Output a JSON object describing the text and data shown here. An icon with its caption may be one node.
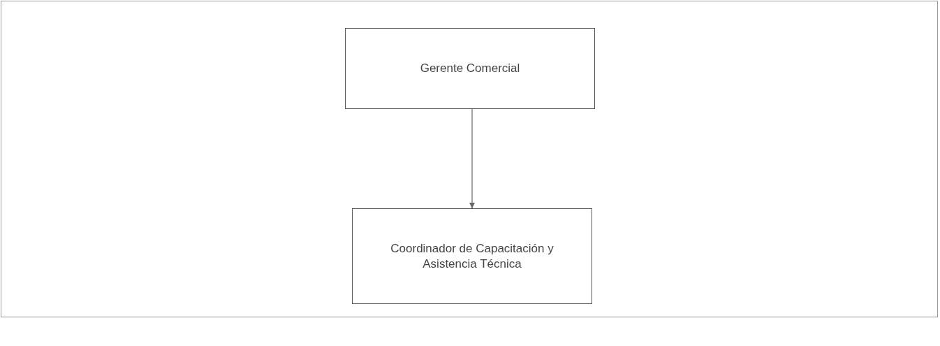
{
  "diagram": {
    "nodes": [
      {
        "text": [
          "Gerente Comercial"
        ]
      },
      {
        "text": [
          "Coordinador de Capacitación y Asistencia Técnica"
        ]
      }
    ],
    "edges": [
      {
        "from": 0,
        "to": 1,
        "arrow": "to"
      }
    ]
  }
}
